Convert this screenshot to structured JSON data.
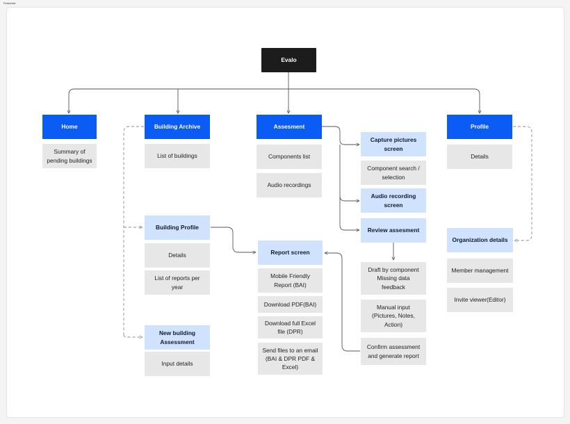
{
  "frame_label": "Flowchart",
  "colors": {
    "root": "#1c1c1c",
    "primary": "#0a5cf5",
    "secondary": "#cfe3ff",
    "detail": "#e7e7e7",
    "line": "#555555",
    "dashed": "#8a8a8a"
  },
  "nodes": {
    "root": "Evalo",
    "home": "Home",
    "home_summary": "Summary of pending buildings",
    "archive": "Building Archive",
    "archive_list": "List of buildings",
    "building_profile": "Building Profile",
    "profile_details": "Details",
    "reports_per_year": "List of reports per year",
    "new_building": "New building Assessment",
    "input_details": "Input details",
    "assessment": "Assesment",
    "components_list": "Components list",
    "audio_recordings": "Audio recordings",
    "report_screen": "Report screen",
    "mobile_report": "Mobile Friendly Report (BAI)",
    "download_pdf": "Download PDF(BAI)",
    "download_excel": "Download full Excel file (DPR)",
    "send_email": "Send files to an email (BAI & DPR PDF & Excel)",
    "capture_pictures": "Capture pictures screen",
    "component_search": "Component search / selection",
    "audio_recording_screen": "Audio recording screen",
    "review_assessment": "Review assesment",
    "draft_by_component": "Draft by component Missing data feedback",
    "manual_input": "Manual input (Pictures, Notes, Action)",
    "confirm_assessment": "Confirm assessment and generate report",
    "profile": "Profile",
    "user_details": "Details",
    "org_details": "Organization details",
    "member_management": "Member management",
    "invite_viewer": "Invite viewer(Editor)"
  }
}
